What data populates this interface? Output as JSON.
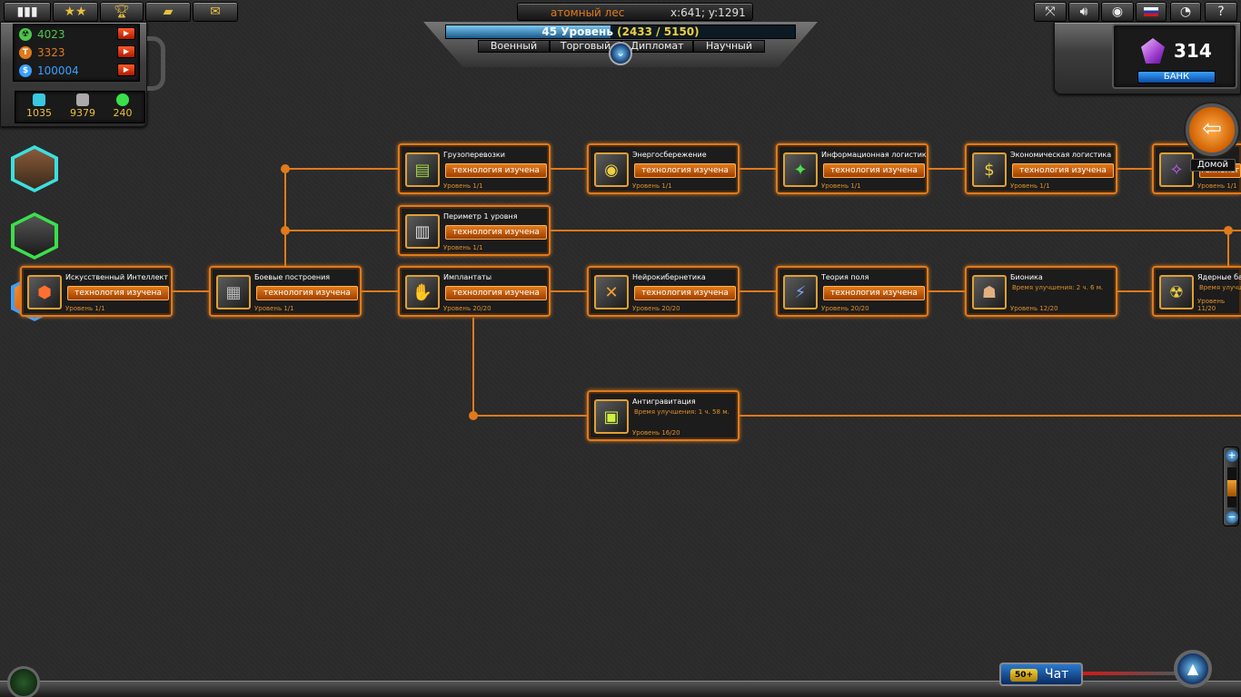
{
  "topbar": {
    "icons": [
      "film-icon",
      "stars-icon",
      "trophy-icon",
      "ticket-icon",
      "mail-icon"
    ],
    "location": "атомный лес",
    "coords": "x:641; y:1291",
    "right_icons": [
      "fullscreen-icon",
      "sound-icon",
      "eye-icon",
      "flag-icon",
      "signal-icon",
      "help-icon"
    ],
    "help_label": "?"
  },
  "resources": [
    {
      "name": "uranium",
      "value": "4023",
      "color": "#4ac84a",
      "icon": "☢"
    },
    {
      "name": "titanium",
      "value": "3323",
      "color": "#e07a1a",
      "icon": "T"
    },
    {
      "name": "credits",
      "value": "100004",
      "color": "#3aa0ff",
      "icon": "$"
    }
  ],
  "add_label": "▶",
  "stats": [
    {
      "name": "population",
      "value": "1035",
      "color": "#3ac8e0"
    },
    {
      "name": "armor",
      "value": "9379",
      "color": "#aaaaaa"
    },
    {
      "name": "energy",
      "value": "240",
      "color": "#3ae04a"
    }
  ],
  "level": {
    "text": "45 Уровень",
    "progress": "(2433 / 5150)",
    "fill_fraction": 0.4725,
    "tabs": [
      "Военный",
      "Торговый",
      "Дипломат",
      "Научный"
    ]
  },
  "bank": {
    "amount": "314",
    "button": "БАНК"
  },
  "home": {
    "label": "Домой",
    "arrow": "⇦"
  },
  "techs": {
    "gruzo": {
      "name": "Грузоперевозки",
      "status": "технология изучена",
      "level": "Уровень 1/1",
      "icon": "▤"
    },
    "energo": {
      "name": "Энергосбережение",
      "status": "технология изучена",
      "level": "Уровень 1/1",
      "icon": "◉"
    },
    "infolog": {
      "name": "Информационная логистика",
      "status": "технология изучена",
      "level": "Уровень 1/1",
      "icon": "✦"
    },
    "ekolog": {
      "name": "Экономическая логистика",
      "status": "технология изучена",
      "level": "Уровень 1/1",
      "icon": "$"
    },
    "partial": {
      "status": "технология изучена",
      "level": "Уровень 1/1",
      "icon": "✧"
    },
    "perimetr": {
      "name": "Периметр 1 уровня",
      "status": "технология изучена",
      "level": "Уровень 1/1",
      "icon": "▥"
    },
    "ii": {
      "name": "Искусственный Интеллект",
      "status": "технология изучена",
      "level": "Уровень 1/1",
      "icon": "⬢"
    },
    "boevye": {
      "name": "Боевые построения",
      "status": "технология изучена",
      "level": "Уровень 1/1",
      "icon": "▦"
    },
    "implant": {
      "name": "Имплантаты",
      "status": "технология изучена",
      "level": "Уровень 20/20",
      "icon": "✋"
    },
    "neiro": {
      "name": "Нейрокибернетика",
      "status": "технология изучена",
      "level": "Уровень 20/20",
      "icon": "✕"
    },
    "teoria": {
      "name": "Теория поля",
      "status": "технология изучена",
      "level": "Уровень 20/20",
      "icon": "⚡"
    },
    "bionika": {
      "name": "Бионика",
      "timer": "Время улучшения: 2 ч. 6 м.",
      "level": "Уровень 12/20",
      "icon": "☗"
    },
    "yadernye": {
      "name": "Ядерные бата",
      "timer": "Время улучшения",
      "level": "Уровень 11/20",
      "icon": "☢"
    },
    "antigrav": {
      "name": "Антигравитация",
      "timer": "Время улучшения: 1 ч. 58 м.",
      "level": "Уровень 16/20",
      "icon": "▣"
    }
  },
  "zoom": {
    "plus": "+",
    "minus": "−"
  },
  "chat": {
    "badge": "50+",
    "label": "Чат"
  },
  "up_arrow": "▲",
  "colors": {
    "accent": "#e07a1a",
    "line": "#e07a1a"
  }
}
